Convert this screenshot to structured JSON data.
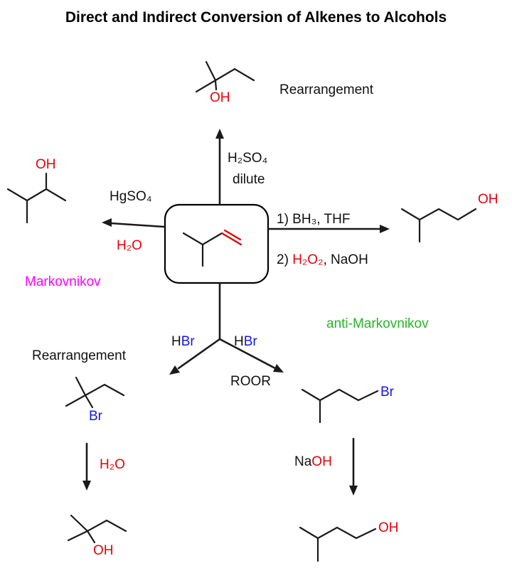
{
  "title": "Direct and Indirect Conversion of Alkenes to Alcohols",
  "labels": {
    "rearrangement_top": "Rearrangement",
    "rearrangement_bottom": "Rearrangement",
    "markovnikov": "Markovnikov",
    "anti_markovnikov": "anti-Markovnikov",
    "roor": "ROOR"
  },
  "reagents": {
    "h2so4": "H₂SO₄",
    "dilute": "dilute",
    "hgso4": "HgSO₄",
    "h2o": "H₂O",
    "bh3_thf": "1) BH₃, THF",
    "step2_prefix": "2) ",
    "h2o2": "H₂O₂",
    "step2_suffix": ", NaOH",
    "hbr_h": "H",
    "hbr_br": "Br",
    "naoh_na": "Na",
    "naoh_oh": "OH"
  },
  "atoms": {
    "oh": "OH",
    "br": "Br"
  },
  "colors": {
    "red": "#e8000b",
    "blue": "#1515e6",
    "magenta": "#ff00ff",
    "green": "#28b428",
    "bond_black": "#1a1a1a",
    "double_bond_red": "#e00000"
  }
}
